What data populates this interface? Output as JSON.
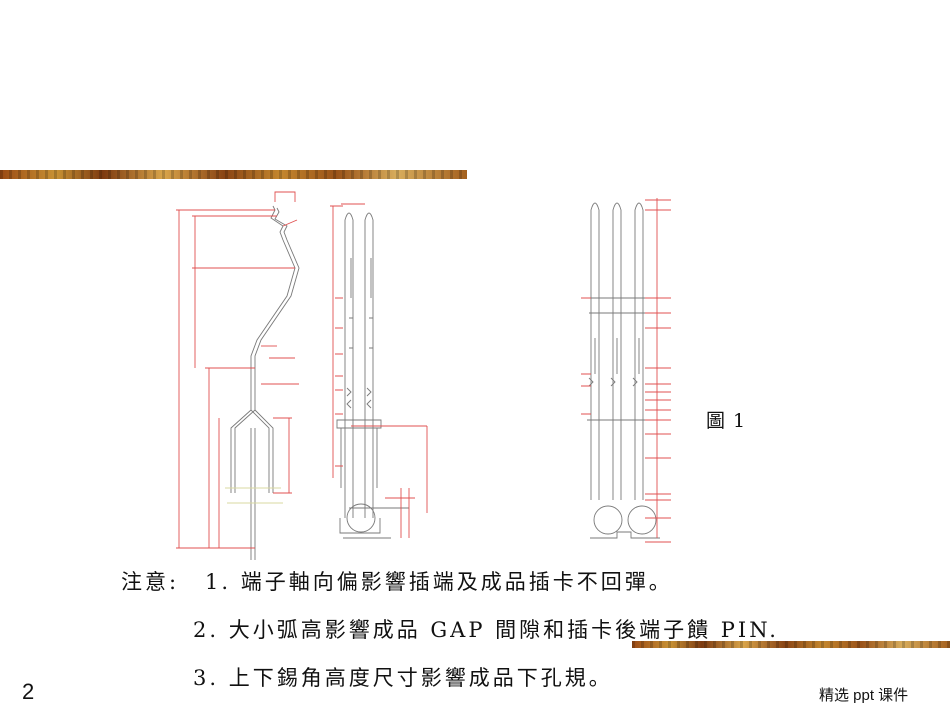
{
  "slide": {
    "figure_label": "圖 1",
    "notes_prefix": "注意:",
    "notes": [
      "1. 端子軸向偏影響插端及成品插卡不回彈。",
      "2. 大小弧高影響成品 GAP 間隙和插卡後端子饋 PIN.",
      "3. 上下錫角高度尺寸影響成品下孔規。"
    ],
    "page_number": "2",
    "footer": "精选 ppt 课件"
  },
  "colors": {
    "drawing_line": "#7a7a7a",
    "dimension_line": "#e05050",
    "band": "#b87a2a"
  }
}
